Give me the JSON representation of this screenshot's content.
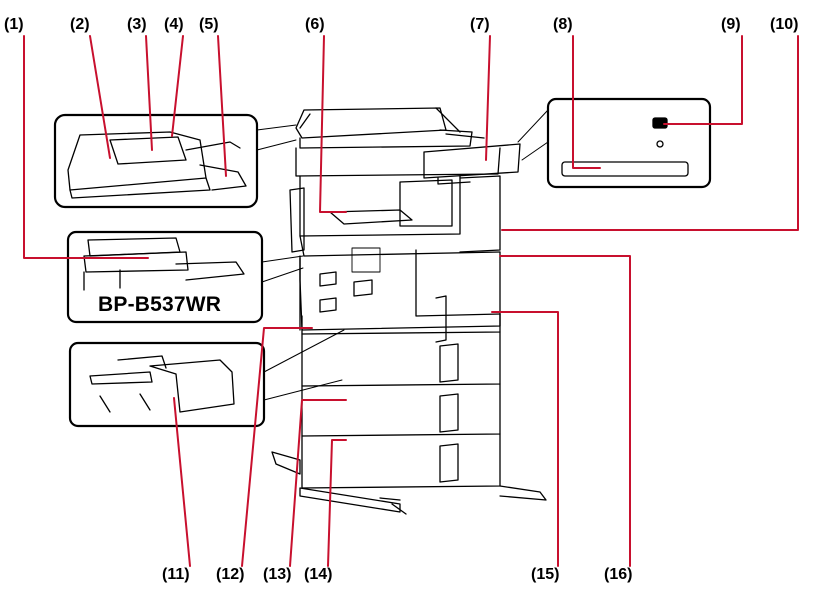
{
  "callouts": [
    "(1)",
    "(2)",
    "(3)",
    "(4)",
    "(5)",
    "(6)",
    "(7)",
    "(8)",
    "(9)",
    "(10)",
    "(11)",
    "(12)",
    "(13)",
    "(14)",
    "(15)",
    "(16)"
  ],
  "model_label": "BP-B537WR",
  "colors": {
    "leader": "#c8102e",
    "ink": "#000000",
    "body_fill": "#ffffff",
    "shade": "#3a3a3a"
  }
}
